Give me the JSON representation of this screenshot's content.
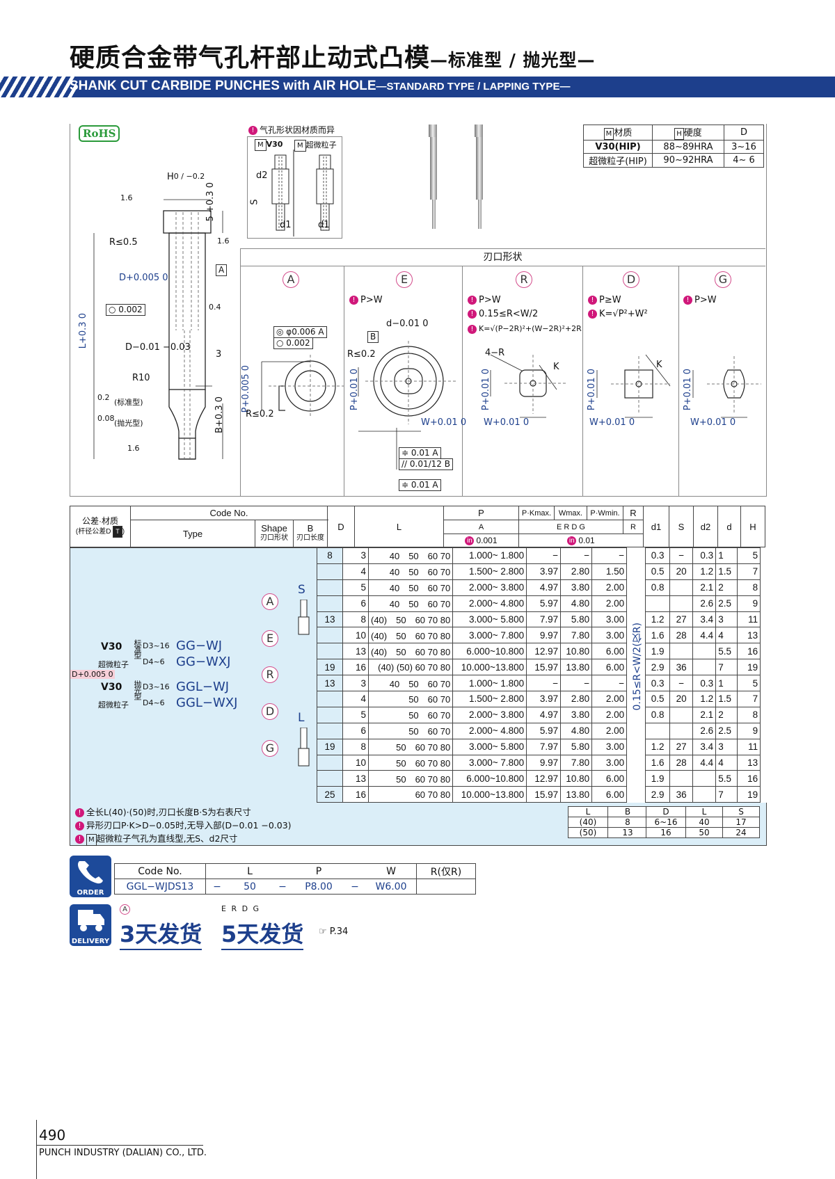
{
  "title": {
    "cn": "硬质合金带气孔杆部止动式凸模",
    "cn_sub": "—标准型 / 抛光型—",
    "en": "SHANK CUT CARBIDE PUNCHES with AIR HOLE",
    "en_sub": "—STANDARD TYPE / LAPPING TYPE—"
  },
  "rohs": "RoHS",
  "drawing": {
    "h_label": "H",
    "h_tol": "0 / −0.2",
    "five_tol": "5 +0.3 0",
    "r05": "R≤0.5",
    "d_tol": "D+0.005 0",
    "flat": "0.002",
    "l_tol": "L+0.3 0",
    "d_tol2": "D−0.01 −0.03",
    "three": "3",
    "r10": "R10",
    "std": "(标准型)",
    "lap": "(抛光型)",
    "b_tol": "B+0.3 0",
    "g16": "1.6",
    "g04": "0.4",
    "g02": "0.2",
    "g008": "0.08",
    "datum": "A"
  },
  "airhole": {
    "note": "气孔形状因材质而异",
    "m_v30": "V30",
    "m_fine": "超微粒子",
    "s": "S",
    "d1": "d1",
    "d2": "d2"
  },
  "material_table": {
    "headers": [
      "材质",
      "硬度",
      "D"
    ],
    "rows": [
      [
        "V30(HIP)",
        "88~89HRA",
        "3~16"
      ],
      [
        "超微粒子(HIP)",
        "90~92HRA",
        "4~ 6"
      ]
    ]
  },
  "blade_shape": {
    "title": "刃口形状",
    "shapes": [
      {
        "letter": "A",
        "notes": []
      },
      {
        "letter": "E",
        "notes": [
          "P>W"
        ]
      },
      {
        "letter": "R",
        "notes": [
          "P>W",
          "0.15≤R<W/2",
          "K=√(P−2R)²+(W−2R)²+2R"
        ]
      },
      {
        "letter": "D",
        "notes": [
          "P≥W",
          "K=√P²+W²"
        ]
      },
      {
        "letter": "G",
        "notes": [
          "P>W"
        ]
      }
    ],
    "a_tol": "◎ φ0.006 A",
    "a_tol2": "○ 0.002",
    "a_r": "R≤0.2",
    "a_p": "P+0.005 0",
    "e_d": "d−0.01 0",
    "e_r": "R≤0.2",
    "e_b": "B",
    "e_p": "P+0.01 0",
    "e_w": "W+0.01 0",
    "e_t1": "0.01 A",
    "e_t2": "0.01/12 B",
    "e_t3": "0.01 A",
    "r_4r": "4−R",
    "k": "K",
    "p": "P+0.01 0",
    "w": "W+0.01 0"
  },
  "table": {
    "head": {
      "tol_mat": "公差·材质",
      "tol_mat_sub": "(杆径公差D",
      "code_no": "Code No.",
      "type": "Type",
      "shape": "Shape",
      "shape_cn": "刃口形状",
      "b": "B",
      "b_cn": "刃口长度",
      "d": "D",
      "l": "L",
      "p": "P",
      "p_a": "A",
      "p_tol1": "0.001",
      "pk": "P·Kmax.",
      "wmax": "Wmax.",
      "pw": "P·Wmin.",
      "r": "R",
      "r_sub": "R",
      "erdg": "E R D G",
      "p_tol2": "0.01",
      "d1": "d1",
      "s": "S",
      "d2": "d2",
      "dd": "d",
      "h": "H"
    },
    "left": {
      "v30": "V30",
      "fine": "超微粒子",
      "dtol": "D+0.005 0",
      "std_cn": "标准型",
      "lap_cn": "抛光型",
      "r1": "D3~16",
      "r2": "D4~6",
      "gg_wj": "GG−WJ",
      "gg_wxj": "GG−WXJ",
      "ggl_wj": "GGL−WJ",
      "ggl_wxj": "GGL−WXJ",
      "shapes": [
        "A",
        "E",
        "R",
        "D",
        "G"
      ],
      "s_label": "S",
      "l_label": "L",
      "r_range": "0.15≤R<W/2(仅R)"
    },
    "rows": [
      {
        "b": "8",
        "d": "3",
        "l": "40　50　60 70",
        "p": "1.000~ 1.800",
        "pk": "−",
        "wm": "−",
        "pw": "−",
        "d1": "0.3",
        "s": "−",
        "d2": "0.3",
        "dd": "1",
        "h": "5"
      },
      {
        "b": "",
        "d": "4",
        "l": "40　50　60 70",
        "p": "1.500~ 2.800",
        "pk": "3.97",
        "wm": "2.80",
        "pw": "1.50",
        "d1": "0.5",
        "s": "20",
        "d2": "1.2",
        "dd": "1.5",
        "h": "7"
      },
      {
        "b": "",
        "d": "5",
        "l": "40　50　60 70",
        "p": "2.000~ 3.800",
        "pk": "4.97",
        "wm": "3.80",
        "pw": "2.00",
        "d1": "0.8",
        "s": "",
        "d2": "2.1",
        "dd": "2",
        "h": "8"
      },
      {
        "b": "",
        "d": "6",
        "l": "40　50　60 70",
        "p": "2.000~ 4.800",
        "pk": "5.97",
        "wm": "4.80",
        "pw": "2.00",
        "d1": "",
        "s": "",
        "d2": "2.6",
        "dd": "2.5",
        "h": "9"
      },
      {
        "b": "13",
        "d": "8",
        "l": "(40)　50　60 70 80",
        "p": "3.000~ 5.800",
        "pk": "7.97",
        "wm": "5.80",
        "pw": "3.00",
        "d1": "1.2",
        "s": "27",
        "d2": "3.4",
        "dd": "3",
        "h": "11"
      },
      {
        "b": "",
        "d": "10",
        "l": "(40)　50　60 70 80",
        "p": "3.000~ 7.800",
        "pk": "9.97",
        "wm": "7.80",
        "pw": "3.00",
        "d1": "1.6",
        "s": "28",
        "d2": "4.4",
        "dd": "4",
        "h": "13"
      },
      {
        "b": "",
        "d": "13",
        "l": "(40)　50　60 70 80",
        "p": "6.000~10.800",
        "pk": "12.97",
        "wm": "10.80",
        "pw": "6.00",
        "d1": "1.9",
        "s": "",
        "d2": "",
        "dd": "5.5",
        "h": "16"
      },
      {
        "b": "19",
        "d": "16",
        "l": "(40) (50) 60 70 80",
        "p": "10.000~13.800",
        "pk": "15.97",
        "wm": "13.80",
        "pw": "6.00",
        "d1": "2.9",
        "s": "36",
        "d2": "",
        "dd": "7",
        "h": "19"
      },
      {
        "b": "13",
        "d": "3",
        "l": "40　50　60 70",
        "p": "1.000~ 1.800",
        "pk": "−",
        "wm": "−",
        "pw": "−",
        "d1": "0.3",
        "s": "−",
        "d2": "0.3",
        "dd": "1",
        "h": "5"
      },
      {
        "b": "",
        "d": "4",
        "l": "50　60 70",
        "p": "1.500~ 2.800",
        "pk": "3.97",
        "wm": "2.80",
        "pw": "2.00",
        "d1": "0.5",
        "s": "20",
        "d2": "1.2",
        "dd": "1.5",
        "h": "7"
      },
      {
        "b": "",
        "d": "5",
        "l": "50　60 70",
        "p": "2.000~ 3.800",
        "pk": "4.97",
        "wm": "3.80",
        "pw": "2.00",
        "d1": "0.8",
        "s": "",
        "d2": "2.1",
        "dd": "2",
        "h": "8"
      },
      {
        "b": "",
        "d": "6",
        "l": "50　60 70",
        "p": "2.000~ 4.800",
        "pk": "5.97",
        "wm": "4.80",
        "pw": "2.00",
        "d1": "",
        "s": "",
        "d2": "2.6",
        "dd": "2.5",
        "h": "9"
      },
      {
        "b": "19",
        "d": "8",
        "l": "50　60 70 80",
        "p": "3.000~ 5.800",
        "pk": "7.97",
        "wm": "5.80",
        "pw": "3.00",
        "d1": "1.2",
        "s": "27",
        "d2": "3.4",
        "dd": "3",
        "h": "11"
      },
      {
        "b": "",
        "d": "10",
        "l": "50　60 70 80",
        "p": "3.000~ 7.800",
        "pk": "9.97",
        "wm": "7.80",
        "pw": "3.00",
        "d1": "1.6",
        "s": "28",
        "d2": "4.4",
        "dd": "4",
        "h": "13"
      },
      {
        "b": "",
        "d": "13",
        "l": "50　60 70 80",
        "p": "6.000~10.800",
        "pk": "12.97",
        "wm": "10.80",
        "pw": "6.00",
        "d1": "1.9",
        "s": "",
        "d2": "",
        "dd": "5.5",
        "h": "16"
      },
      {
        "b": "25",
        "d": "16",
        "l": "60 70 80",
        "p": "10.000~13.800",
        "pk": "15.97",
        "wm": "13.80",
        "pw": "6.00",
        "d1": "2.9",
        "s": "36",
        "d2": "",
        "dd": "7",
        "h": "19"
      }
    ]
  },
  "notes": {
    "n1": "全长L(40)·(50)时,刃口长度B·S为右表尺寸",
    "n2": "异形刃口P·K>D−0.05时,无导入部(D−0.01 −0.03)",
    "n3": "超微粒子气孔为直线型,无S、d2尺寸",
    "lb_headers": [
      "L",
      "B"
    ],
    "lb_rows": [
      [
        "(40)",
        "8"
      ],
      [
        "(50)",
        "13"
      ]
    ],
    "dls_headers": [
      "D",
      "L",
      "S"
    ],
    "dls_rows": [
      [
        "6~16",
        "40",
        "17"
      ],
      [
        "16",
        "50",
        "24"
      ]
    ]
  },
  "order": {
    "label": "ORDER",
    "headers": [
      "Code No.",
      "L",
      "",
      "P",
      "",
      "W",
      "R(仅R)"
    ],
    "values": [
      "GGL−WJDS13",
      "−",
      "50",
      "−",
      "P8.00",
      "−",
      "W6.00"
    ]
  },
  "delivery": {
    "label": "DELIVERY",
    "a_tag": "A",
    "a_text": "3天发货",
    "erdg_tag": "E R D G",
    "erdg_text": "5天发货",
    "ref": "☞ P.34"
  },
  "footer": {
    "page": "490",
    "company": "PUNCH INDUSTRY (DALIAN) CO., LTD."
  }
}
